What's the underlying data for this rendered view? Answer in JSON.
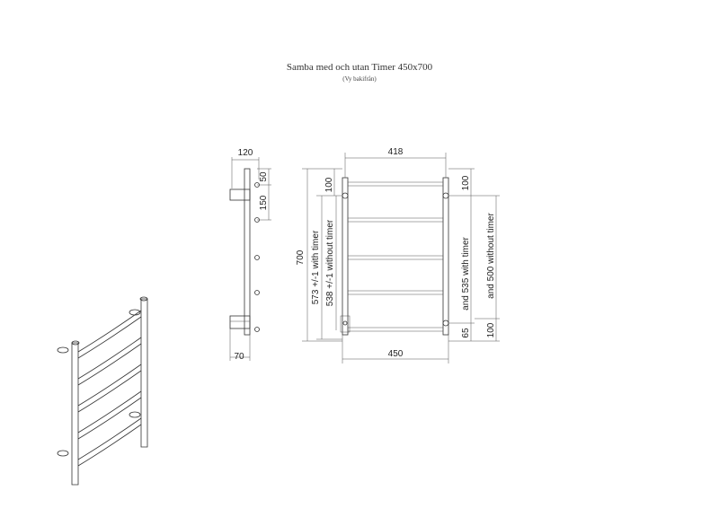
{
  "title": "Samba  med och utan Timer 450x700",
  "subtitle": "(Vy bakifrån)",
  "side_view": {
    "depth": "120",
    "top_offset": "50",
    "bar_spacing": "150",
    "bottom_depth": "70"
  },
  "front_view": {
    "inner_width": "418",
    "outer_width": "450",
    "height": "700",
    "height_with_timer": "573 +/-1 with timer",
    "height_without_timer": "538 +/-1 without timer",
    "top_mount": "100",
    "mount_with_timer": "and 535 with timer",
    "bottom_mount_timer": "65",
    "mount_without_timer": "and 500  without timer",
    "bottom_mount": "100"
  }
}
